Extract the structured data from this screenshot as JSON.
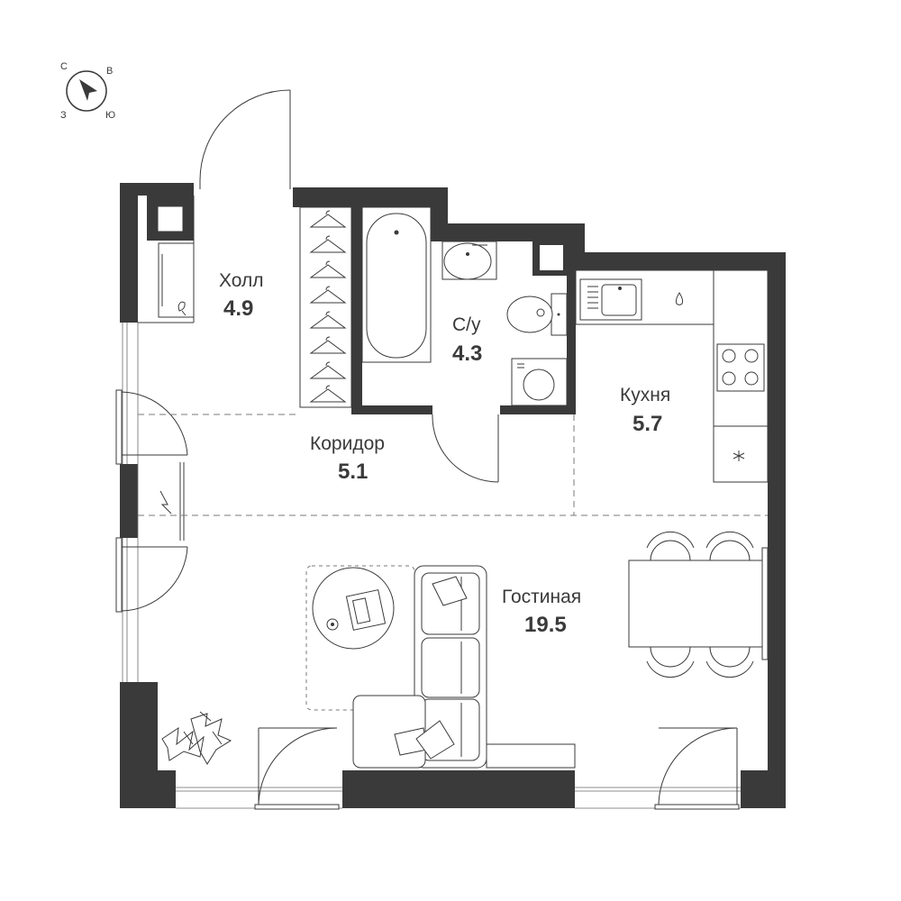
{
  "compass": {
    "north": "С",
    "east": "В",
    "south": "Ю",
    "west": "З",
    "icon": "compass-arrow-icon"
  },
  "rooms": {
    "hall": {
      "label": "Холл",
      "area": "4.9"
    },
    "bathroom": {
      "label": "С/у",
      "area": "4.3"
    },
    "corridor": {
      "label": "Коридор",
      "area": "5.1"
    },
    "kitchen": {
      "label": "Кухня",
      "area": "5.7"
    },
    "living": {
      "label": "Гостиная",
      "area": "19.5"
    }
  },
  "colors": {
    "wall": "#3a3a3a",
    "background": "#ffffff",
    "zone_divider": "#7a7a7a"
  },
  "icons": [
    "hanger-icon",
    "bathtub-icon",
    "sink-icon",
    "toilet-icon",
    "washing-machine-icon",
    "kitchen-sink-icon",
    "cooktop-icon",
    "fridge-icon",
    "water-drop-icon",
    "sofa-icon",
    "rug-icon",
    "laptop-icon",
    "dining-table-icon",
    "chair-icon",
    "plant-icon",
    "door-icon"
  ]
}
